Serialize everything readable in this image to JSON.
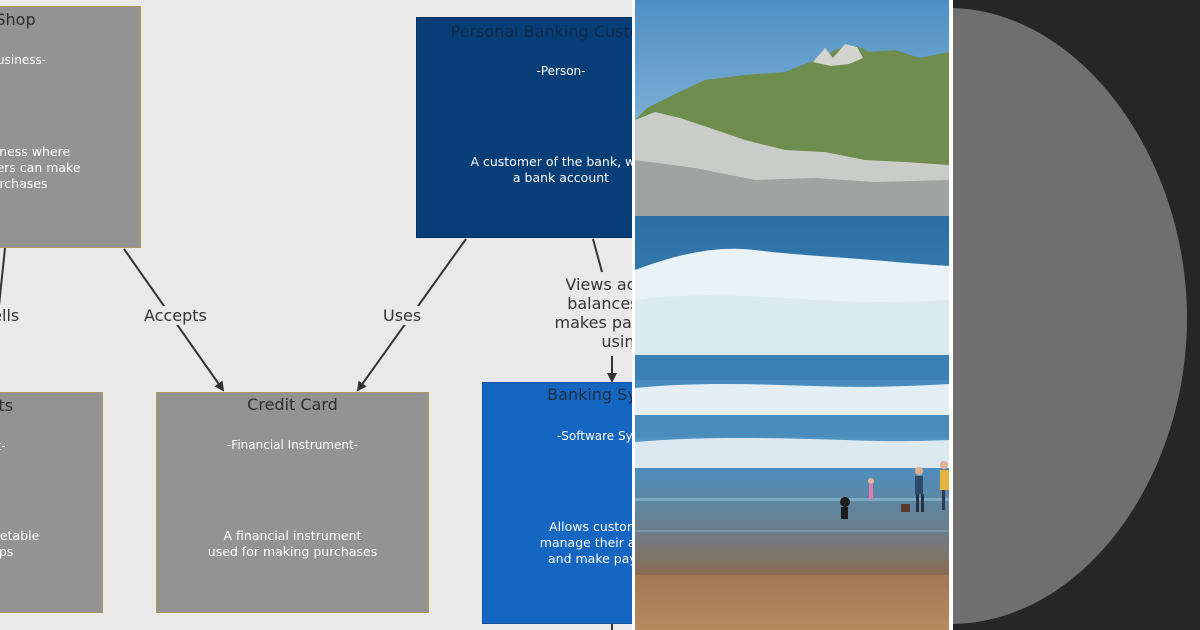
{
  "diagram": {
    "nodes": {
      "shop": {
        "title": "Shop",
        "type": "-Business-",
        "desc": [
          "A business where",
          "customers can make",
          "purchases"
        ]
      },
      "customer": {
        "title": "Personal Banking Customer",
        "type": "-Person-",
        "desc": [
          "A customer of the bank, with",
          "a bank account"
        ]
      },
      "products": {
        "title": "Products",
        "type": "-Product-",
        "desc": [
          "Fruit and vegetable",
          "from shops"
        ]
      },
      "credit_card": {
        "title": "Credit Card",
        "type": "-Financial Instrument-",
        "desc": [
          "A financial instrument",
          "used for making purchases"
        ]
      },
      "banking": {
        "title": "Banking System",
        "type": "-Software System-",
        "desc": [
          "Allows customers to",
          "manage their accounts",
          "and make payments"
        ]
      }
    },
    "edges": {
      "sells": "Sells",
      "accepts": "Accepts",
      "uses": "Uses",
      "views": [
        "Views account",
        "balances, and",
        "makes payments",
        "using"
      ]
    }
  },
  "colors": {
    "diagram_background": "#e9e9e9",
    "grey_node": "#939393",
    "grey_node_border": "#a99a55",
    "person_node": "#083e78",
    "system_node": "#1566c0",
    "edge": "#333333",
    "dark_panel": "#262626",
    "disc": "#6f6f6f"
  },
  "photo": {
    "subject": "beach-with-waves-and-headland"
  }
}
